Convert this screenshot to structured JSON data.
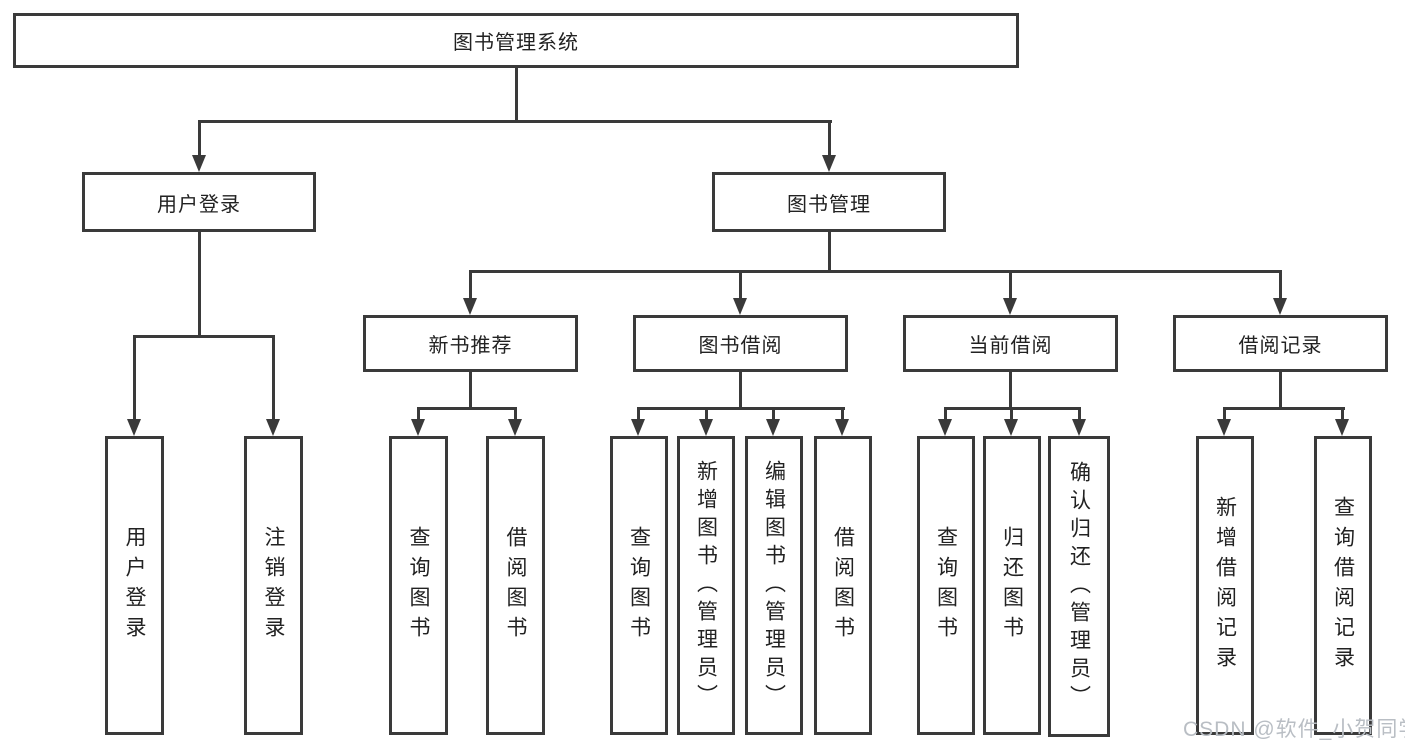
{
  "colors": {
    "line": "#3a3a3a",
    "text": "#222222",
    "background": "#ffffff",
    "watermark": "#b9bec4"
  },
  "diagram": {
    "root": {
      "label": "图书管理系统"
    },
    "level2": [
      {
        "label": "用户登录"
      },
      {
        "label": "图书管理"
      }
    ],
    "level3": [
      {
        "label": "新书推荐"
      },
      {
        "label": "图书借阅"
      },
      {
        "label": "当前借阅"
      },
      {
        "label": "借阅记录"
      }
    ],
    "leaves": {
      "user_login": [
        {
          "label": "用户登录"
        },
        {
          "label": "注销登录"
        }
      ],
      "new_book_recommend": [
        {
          "label": "查询图书"
        },
        {
          "label": "借阅图书"
        }
      ],
      "book_borrowing": [
        {
          "label": "查询图书"
        },
        {
          "label": "新增图书（管理员）"
        },
        {
          "label": "编辑图书（管理员）"
        },
        {
          "label": "借阅图书"
        }
      ],
      "current_borrowing": [
        {
          "label": "查询图书"
        },
        {
          "label": "归还图书"
        },
        {
          "label": "确认归还（管理员）"
        }
      ],
      "borrowing_records": [
        {
          "label": "新增借阅记录"
        },
        {
          "label": "查询借阅记录"
        }
      ]
    }
  },
  "watermark": {
    "text": "CSDN @软件_小贺同学"
  }
}
